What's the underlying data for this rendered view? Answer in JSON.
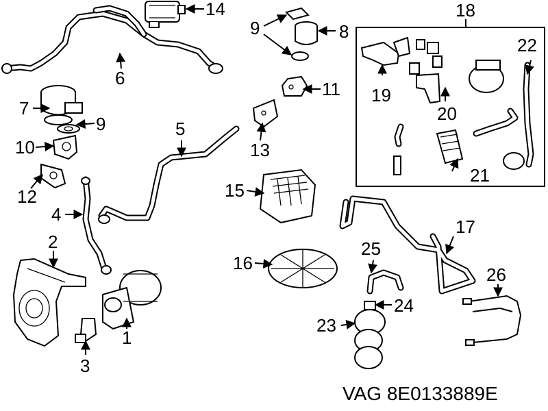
{
  "diagram": {
    "callouts": [
      "1",
      "2",
      "3",
      "4",
      "5",
      "6",
      "7",
      "8",
      "9",
      "9",
      "10",
      "11",
      "12",
      "13",
      "14",
      "15",
      "16",
      "17",
      "18",
      "19",
      "20",
      "21",
      "22",
      "23",
      "24",
      "25",
      "26"
    ],
    "reference_text": "VAG 8E0133889E"
  }
}
